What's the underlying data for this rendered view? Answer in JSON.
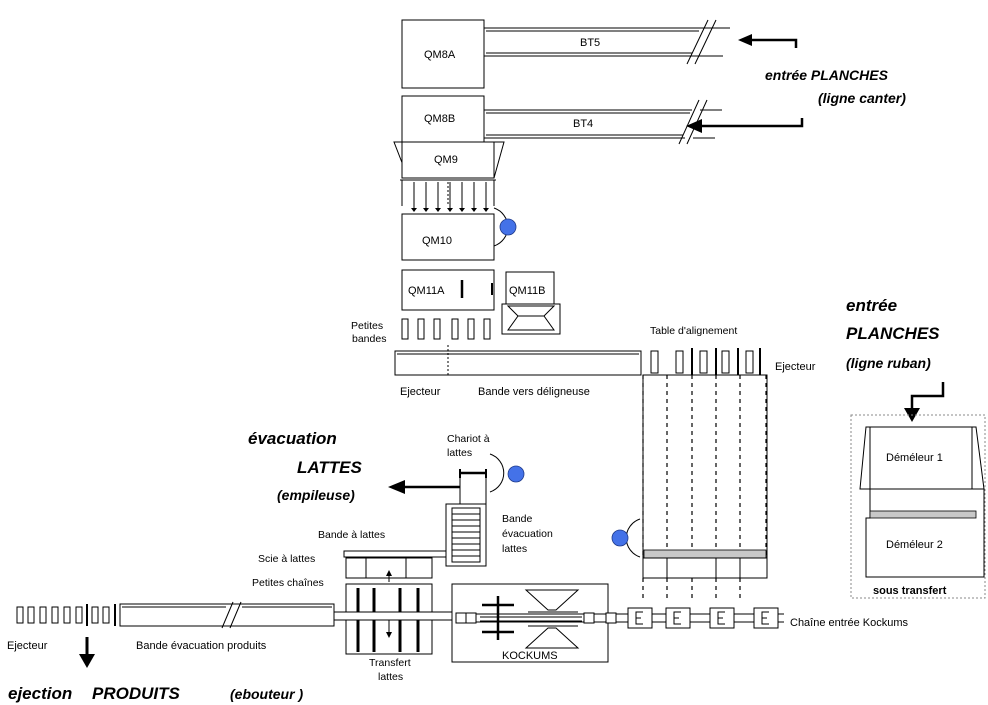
{
  "title": "",
  "machines": {
    "qm8a": "QM8A",
    "qm8b": "QM8B",
    "qm9": "QM9",
    "qm10": "QM10",
    "qm11a": "QM11A",
    "qm11b": "QM11B",
    "bt5": "BT5",
    "bt4": "BT4",
    "kockums": "KOCKUMS",
    "demeleur1": "Déméleur  1",
    "demeleur2": "Déméleur  2"
  },
  "labels": {
    "petites_bandes_1": "Petites",
    "petites_bandes_2": "bandes",
    "ejecteur_top": "Ejecteur",
    "bande_vers_deligneuse": "Bande vers déligneuse",
    "table_alignement": "Table d'alignement",
    "ejecteur_right": "Ejecteur",
    "chariot_1": "Chariot à",
    "chariot_2": "lattes",
    "bande_evac_1": "Bande",
    "bande_evac_2": "évacuation",
    "bande_evac_3": "lattes",
    "bande_a_lattes": "Bande à  lattes",
    "scie_a_lattes": "Scie à lattes",
    "petites_chaines": "Petites chaînes",
    "ejecteur_left": "Ejecteur",
    "bande_evac_produits": "Bande évacuation produits",
    "transfert_1": "Transfert",
    "transfert_2": "lattes",
    "chaine_entree": "Chaîne entrée Kockums",
    "sous_transfert": "sous transfert"
  },
  "callouts": {
    "entree_canter_1": "entrée PLANCHES",
    "entree_canter_2": "(ligne canter)",
    "entree_ruban_1": "entrée",
    "entree_ruban_2": "PLANCHES",
    "entree_ruban_3": "(ligne ruban)",
    "evac_lattes_1": "évacuation",
    "evac_lattes_2": "LATTES",
    "evac_lattes_3": "(empileuse)",
    "ejection_1": "ejection",
    "ejection_2": "PRODUITS",
    "ejection_3": "(ebouteur )"
  }
}
